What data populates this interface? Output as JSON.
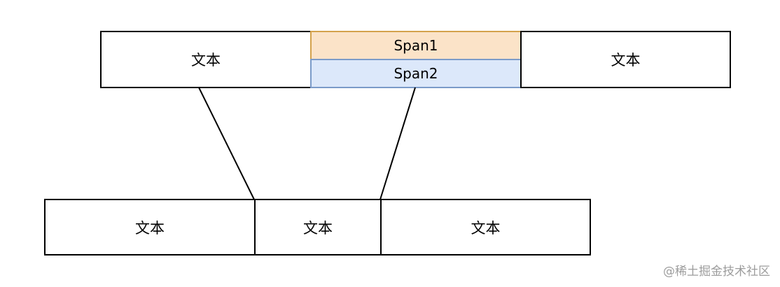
{
  "top_row": {
    "left_text": "文本",
    "span1": "Span1",
    "span2": "Span2",
    "right_text": "文本"
  },
  "bottom_row": {
    "left_text": "文本",
    "middle_text": "文本",
    "right_text": "文本"
  },
  "watermark": "@稀土掘金技术社区",
  "colors": {
    "span1_fill": "#fbe3c8",
    "span1_border": "#d4a24c",
    "span2_fill": "#dce8fa",
    "span2_border": "#7b9bc9"
  }
}
